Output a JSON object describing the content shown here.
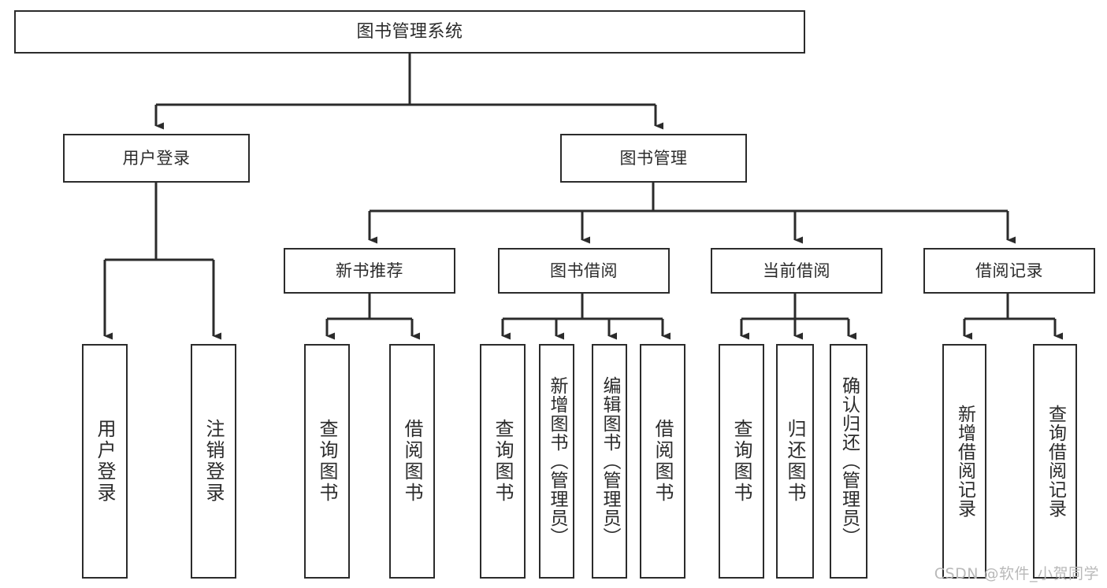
{
  "diagram": {
    "title": "图书管理系统",
    "type": "tree-hierarchy-chart",
    "colors": {
      "background": "#ffffff",
      "box_border": "#2b2b2b",
      "box_fill": "#ffffff",
      "edge": "#2b2b2b",
      "text": "#2b2b2b",
      "watermark": "#b9b9b9"
    },
    "root": {
      "label": "图书管理系统"
    },
    "level2": [
      {
        "id": "user-login",
        "label": "用户登录"
      },
      {
        "id": "book-manage",
        "label": "图书管理"
      }
    ],
    "level3": [
      {
        "id": "new-book-recommend",
        "label": "新书推荐"
      },
      {
        "id": "book-borrow",
        "label": "图书借阅"
      },
      {
        "id": "current-borrow",
        "label": "当前借阅"
      },
      {
        "id": "borrow-record",
        "label": "借阅记录"
      }
    ],
    "leaves": [
      {
        "id": "leaf-user-login",
        "label": "用户登录",
        "parent": "user-login"
      },
      {
        "id": "leaf-logout-login",
        "label": "注销登录",
        "parent": "user-login"
      },
      {
        "id": "leaf-query-book-1",
        "label": "查询图书",
        "parent": "new-book-recommend"
      },
      {
        "id": "leaf-borrow-book-1",
        "label": "借阅图书",
        "parent": "new-book-recommend"
      },
      {
        "id": "leaf-query-book-2",
        "label": "查询图书",
        "parent": "book-borrow"
      },
      {
        "id": "leaf-add-book",
        "label": "新增图书（管理员）",
        "parent": "book-borrow"
      },
      {
        "id": "leaf-edit-book",
        "label": "编辑图书（管理员）",
        "parent": "book-borrow"
      },
      {
        "id": "leaf-borrow-book-2",
        "label": "借阅图书",
        "parent": "book-borrow"
      },
      {
        "id": "leaf-query-book-3",
        "label": "查询图书",
        "parent": "current-borrow"
      },
      {
        "id": "leaf-return-book",
        "label": "归还图书",
        "parent": "current-borrow"
      },
      {
        "id": "leaf-confirm-return",
        "label": "确认归还（管理员）",
        "parent": "current-borrow"
      },
      {
        "id": "leaf-add-record",
        "label": "新增借阅记录",
        "parent": "borrow-record"
      },
      {
        "id": "leaf-query-record",
        "label": "查询借阅记录",
        "parent": "borrow-record"
      }
    ],
    "watermark": "CSDN @软件_小贺同学"
  }
}
